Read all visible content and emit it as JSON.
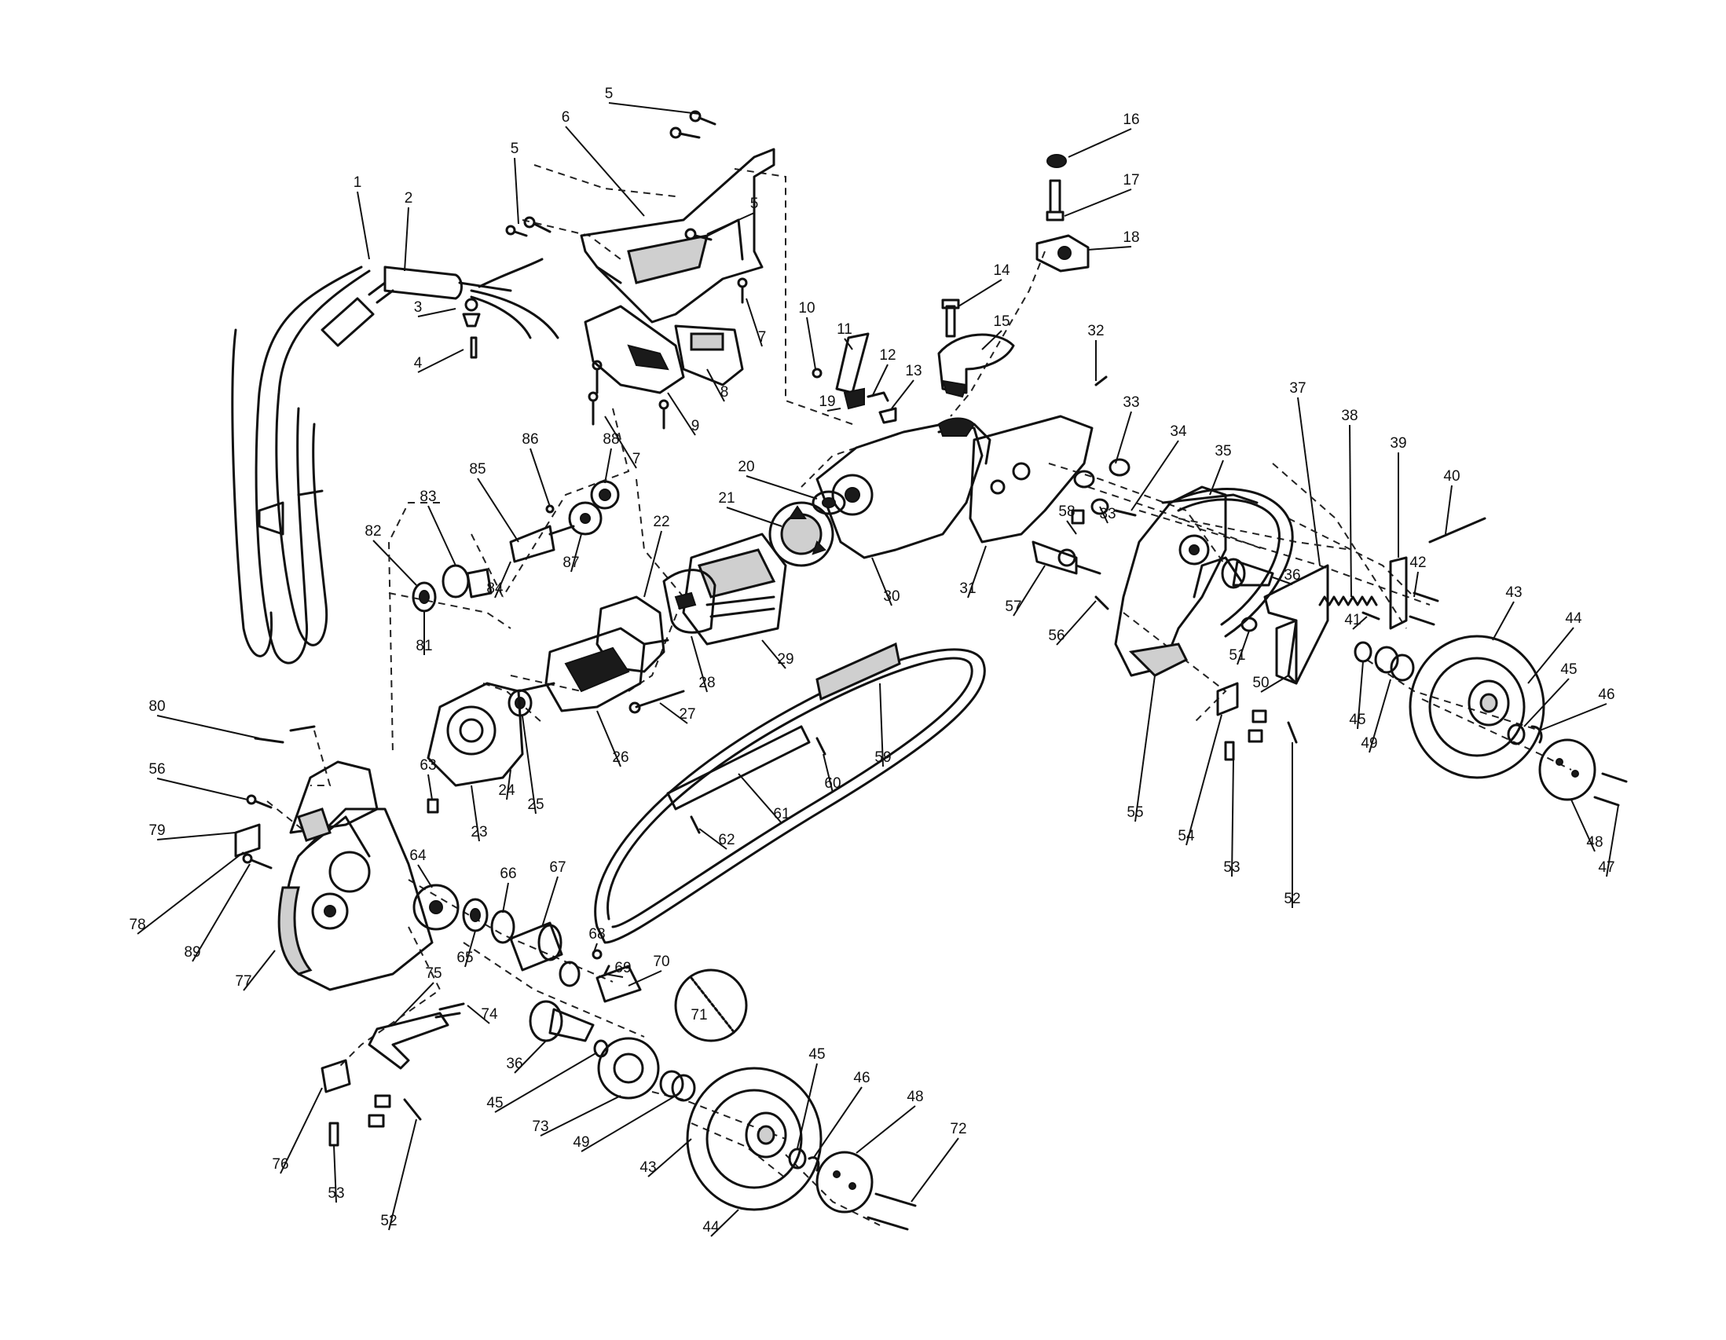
{
  "callouts": [
    {
      "id": "c1",
      "text": "1"
    },
    {
      "id": "c2",
      "text": "2"
    },
    {
      "id": "c3",
      "text": "3"
    },
    {
      "id": "c4",
      "text": "4"
    },
    {
      "id": "c5a",
      "text": "5"
    },
    {
      "id": "c5b",
      "text": "5"
    },
    {
      "id": "c5c",
      "text": "5"
    },
    {
      "id": "c6",
      "text": "6"
    },
    {
      "id": "c7a",
      "text": "7"
    },
    {
      "id": "c7b",
      "text": "7"
    },
    {
      "id": "c8",
      "text": "8"
    },
    {
      "id": "c9",
      "text": "9"
    },
    {
      "id": "c10",
      "text": "10"
    },
    {
      "id": "c11",
      "text": "11"
    },
    {
      "id": "c12",
      "text": "12"
    },
    {
      "id": "c13",
      "text": "13"
    },
    {
      "id": "c14",
      "text": "14"
    },
    {
      "id": "c15",
      "text": "15"
    },
    {
      "id": "c16",
      "text": "16"
    },
    {
      "id": "c17",
      "text": "17"
    },
    {
      "id": "c18",
      "text": "18"
    },
    {
      "id": "c19",
      "text": "19"
    },
    {
      "id": "c20",
      "text": "20"
    },
    {
      "id": "c21",
      "text": "21"
    },
    {
      "id": "c22",
      "text": "22"
    },
    {
      "id": "c23",
      "text": "23"
    },
    {
      "id": "c24",
      "text": "24"
    },
    {
      "id": "c25",
      "text": "25"
    },
    {
      "id": "c26",
      "text": "26"
    },
    {
      "id": "c27",
      "text": "27"
    },
    {
      "id": "c28",
      "text": "28"
    },
    {
      "id": "c29",
      "text": "29"
    },
    {
      "id": "c30",
      "text": "30"
    },
    {
      "id": "c31",
      "text": "31"
    },
    {
      "id": "c32",
      "text": "32"
    },
    {
      "id": "c33a",
      "text": "33"
    },
    {
      "id": "c33b",
      "text": "33"
    },
    {
      "id": "c34",
      "text": "34"
    },
    {
      "id": "c35",
      "text": "35"
    },
    {
      "id": "c36a",
      "text": "36"
    },
    {
      "id": "c36b",
      "text": "36"
    },
    {
      "id": "c37",
      "text": "37"
    },
    {
      "id": "c38",
      "text": "38"
    },
    {
      "id": "c39",
      "text": "39"
    },
    {
      "id": "c40",
      "text": "40"
    },
    {
      "id": "c41",
      "text": "41"
    },
    {
      "id": "c42",
      "text": "42"
    },
    {
      "id": "c43a",
      "text": "43"
    },
    {
      "id": "c43b",
      "text": "43"
    },
    {
      "id": "c44a",
      "text": "44"
    },
    {
      "id": "c44b",
      "text": "44"
    },
    {
      "id": "c45a",
      "text": "45"
    },
    {
      "id": "c45b",
      "text": "45"
    },
    {
      "id": "c45c",
      "text": "45"
    },
    {
      "id": "c45d",
      "text": "45"
    },
    {
      "id": "c46a",
      "text": "46"
    },
    {
      "id": "c46b",
      "text": "46"
    },
    {
      "id": "c47",
      "text": "47"
    },
    {
      "id": "c48a",
      "text": "48"
    },
    {
      "id": "c48b",
      "text": "48"
    },
    {
      "id": "c49a",
      "text": "49"
    },
    {
      "id": "c49b",
      "text": "49"
    },
    {
      "id": "c50",
      "text": "50"
    },
    {
      "id": "c51",
      "text": "51"
    },
    {
      "id": "c52a",
      "text": "52"
    },
    {
      "id": "c52b",
      "text": "52"
    },
    {
      "id": "c53a",
      "text": "53"
    },
    {
      "id": "c53b",
      "text": "53"
    },
    {
      "id": "c54",
      "text": "54"
    },
    {
      "id": "c55",
      "text": "55"
    },
    {
      "id": "c56a",
      "text": "56"
    },
    {
      "id": "c56b",
      "text": "56"
    },
    {
      "id": "c57",
      "text": "57"
    },
    {
      "id": "c58",
      "text": "58"
    },
    {
      "id": "c59",
      "text": "59"
    },
    {
      "id": "c60",
      "text": "60"
    },
    {
      "id": "c61",
      "text": "61"
    },
    {
      "id": "c62",
      "text": "62"
    },
    {
      "id": "c63",
      "text": "63"
    },
    {
      "id": "c64",
      "text": "64"
    },
    {
      "id": "c65",
      "text": "65"
    },
    {
      "id": "c66",
      "text": "66"
    },
    {
      "id": "c67",
      "text": "67"
    },
    {
      "id": "c68",
      "text": "68"
    },
    {
      "id": "c69",
      "text": "69"
    },
    {
      "id": "c70",
      "text": "70"
    },
    {
      "id": "c71",
      "text": "71"
    },
    {
      "id": "c72",
      "text": "72"
    },
    {
      "id": "c73",
      "text": "73"
    },
    {
      "id": "c74",
      "text": "74"
    },
    {
      "id": "c75",
      "text": "75"
    },
    {
      "id": "c76",
      "text": "76"
    },
    {
      "id": "c77",
      "text": "77"
    },
    {
      "id": "c78",
      "text": "78"
    },
    {
      "id": "c79",
      "text": "79"
    },
    {
      "id": "c80",
      "text": "80"
    },
    {
      "id": "c81",
      "text": "81"
    },
    {
      "id": "c82",
      "text": "82"
    },
    {
      "id": "c83",
      "text": "83"
    },
    {
      "id": "c84",
      "text": "84"
    },
    {
      "id": "c85",
      "text": "85"
    },
    {
      "id": "c86",
      "text": "86"
    },
    {
      "id": "c87",
      "text": "87"
    },
    {
      "id": "c88",
      "text": "88"
    },
    {
      "id": "c89",
      "text": "89"
    }
  ]
}
